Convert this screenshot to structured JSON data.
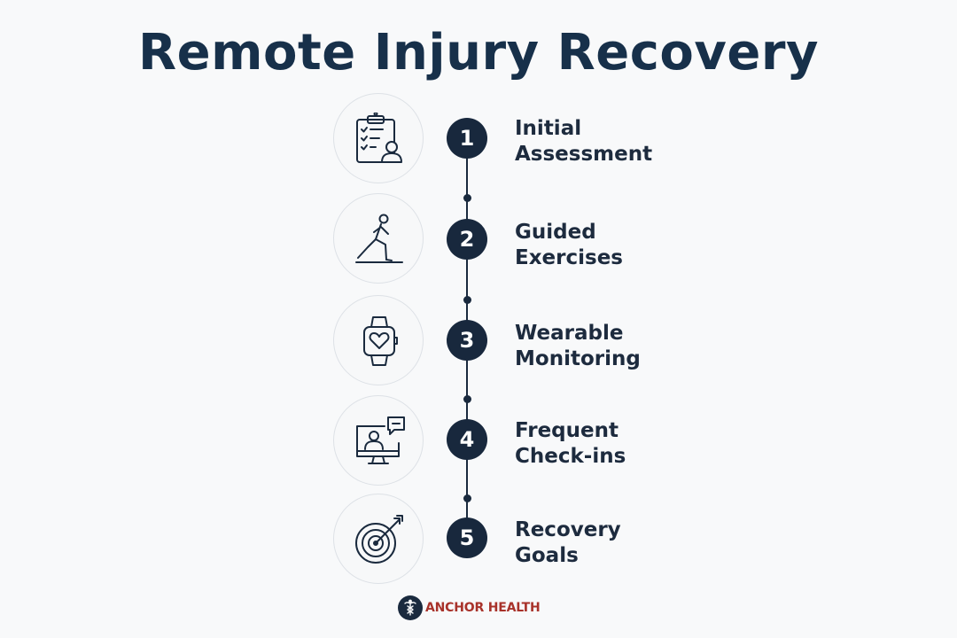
{
  "title": "Remote Injury Recovery",
  "steps": [
    {
      "number": "1",
      "line1": "Initial",
      "line2": "Assessment",
      "icon": "clipboard-checklist-icon"
    },
    {
      "number": "2",
      "line1": "Guided",
      "line2": "Exercises",
      "icon": "lunge-exercise-icon"
    },
    {
      "number": "3",
      "line1": "Wearable",
      "line2": "Monitoring",
      "icon": "smartwatch-heart-icon"
    },
    {
      "number": "4",
      "line1": "Frequent",
      "line2": "Check-ins",
      "icon": "video-call-monitor-icon"
    },
    {
      "number": "5",
      "line1": "Recovery",
      "line2": "Goals",
      "icon": "target-arrow-icon"
    }
  ],
  "brand": {
    "name": "ANCHOR HEALTH",
    "icon": "caduceus-logo-icon"
  },
  "colors": {
    "background": "#f8f9fa",
    "primary": "#1a2a3e",
    "brand": "#a8322a"
  }
}
